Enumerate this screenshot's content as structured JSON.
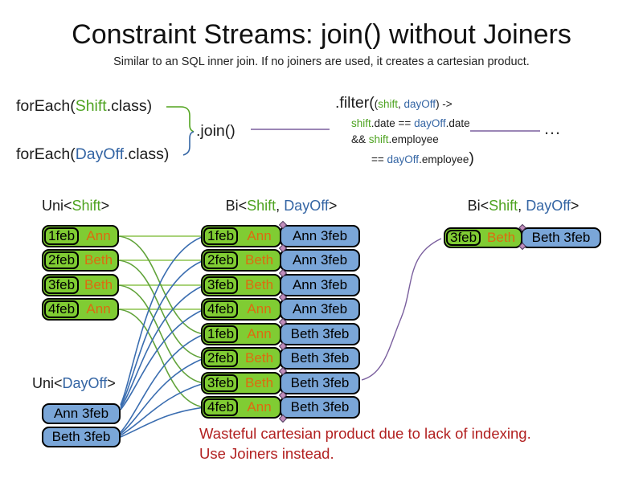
{
  "title": "Constraint Streams: join() without Joiners",
  "subtitle": "Similar to an SQL inner join. If no joiners are used, it creates a cartesian product.",
  "code": {
    "foreach_shift": {
      "pre": "forEach(",
      "cls": "Shift",
      "post": ".class)"
    },
    "foreach_dayoff": {
      "pre": "forEach(",
      "cls": "DayOff",
      "post": ".class)"
    },
    "join_label": ".join()",
    "filter": {
      "open_big": ".filter(",
      "args": {
        "open": "(",
        "arg1": "shift",
        "sep": ", ",
        "arg2": "dayOff",
        "close": ") ->"
      },
      "line2": {
        "t1": "shift",
        "t2": ".date == ",
        "t3": "dayOff",
        "t4": ".date"
      },
      "line3": {
        "t1": "&& ",
        "t2": "shift",
        "t3": ".employee"
      },
      "line4": {
        "t1": "== ",
        "t2": "dayOff",
        "t3": ".employee",
        "close_big": ")"
      }
    },
    "continuation": "…"
  },
  "streams": {
    "uni_shift": {
      "header": {
        "pre": "Uni<",
        "type": "Shift",
        "post": ">"
      },
      "rows": [
        {
          "date": "1feb",
          "employee": "Ann"
        },
        {
          "date": "2feb",
          "employee": "Beth"
        },
        {
          "date": "3feb",
          "employee": "Beth"
        },
        {
          "date": "4feb",
          "employee": "Ann"
        }
      ]
    },
    "uni_dayoff": {
      "header": {
        "pre": "Uni<",
        "type": "DayOff",
        "post": ">"
      },
      "rows": [
        {
          "label": "Ann 3feb"
        },
        {
          "label": "Beth 3feb"
        }
      ]
    },
    "bi_join": {
      "header": {
        "pre": "Bi<",
        "t1": "Shift",
        "sep": ", ",
        "t2": "DayOff",
        "post": ">"
      },
      "rows": [
        {
          "date": "1feb",
          "employee": "Ann",
          "dayoff": "Ann 3feb"
        },
        {
          "date": "2feb",
          "employee": "Beth",
          "dayoff": "Ann 3feb"
        },
        {
          "date": "3feb",
          "employee": "Beth",
          "dayoff": "Ann 3feb"
        },
        {
          "date": "4feb",
          "employee": "Ann",
          "dayoff": "Ann 3feb"
        },
        {
          "date": "1feb",
          "employee": "Ann",
          "dayoff": "Beth 3feb"
        },
        {
          "date": "2feb",
          "employee": "Beth",
          "dayoff": "Beth 3feb"
        },
        {
          "date": "3feb",
          "employee": "Beth",
          "dayoff": "Beth 3feb"
        },
        {
          "date": "4feb",
          "employee": "Ann",
          "dayoff": "Beth 3feb"
        }
      ]
    },
    "bi_filtered": {
      "header": {
        "pre": "Bi<",
        "t1": "Shift",
        "sep": ", ",
        "t2": "DayOff",
        "post": ">"
      },
      "rows": [
        {
          "date": "3feb",
          "employee": "Beth",
          "dayoff": "Beth 3feb"
        }
      ]
    }
  },
  "note": {
    "line1": "Wasteful cartesian product due to lack of indexing.",
    "line2": "Use Joiners instead."
  },
  "colors": {
    "green_box": "#80cc33",
    "blue_box": "#7aa6d8",
    "green_text": "#4ea321",
    "blue_text": "#3465a4",
    "orange_text": "#dd6b10",
    "red_text": "#b22020",
    "purple_line": "#7a5f9e",
    "green_line": "#61a33a",
    "blue_line": "#3a6db0"
  }
}
